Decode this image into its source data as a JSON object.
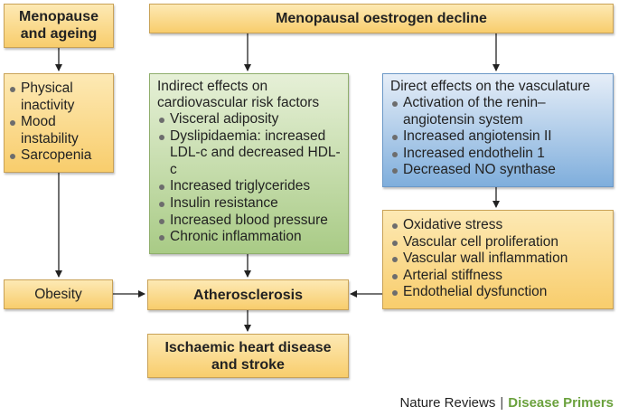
{
  "boxes": {
    "menopause_ageing": "Menopause\nand ageing",
    "oestrogen_decline": "Menopausal oestrogen decline",
    "ageing_effects": [
      "Physical inactivity",
      "Mood instability",
      "Sarcopenia"
    ],
    "indirect": {
      "heading": "Indirect effects on cardiovascular risk factors",
      "items": [
        "Visceral adiposity",
        "Dyslipidaemia: increased LDL-c and decreased HDL-c",
        "Increased triglycerides",
        "Insulin resistance",
        "Increased blood pressure",
        "Chronic inflammation"
      ]
    },
    "direct": {
      "heading": "Direct effects on the vasculature",
      "items": [
        "Activation of the renin–angiotensin system",
        "Increased angiotensin II",
        "Increased endothelin 1",
        "Decreased NO synthase"
      ]
    },
    "vascular_effects": [
      "Oxidative stress",
      "Vascular cell proliferation",
      "Vascular wall inflammation",
      "Arterial stiffness",
      "Endothelial dysfunction"
    ],
    "obesity": "Obesity",
    "atherosclerosis": "Atherosclerosis",
    "outcome": "Ischaemic heart disease\nand stroke"
  },
  "footer": {
    "publisher": "Nature Reviews",
    "separator": "|",
    "series": "Disease Primers"
  }
}
